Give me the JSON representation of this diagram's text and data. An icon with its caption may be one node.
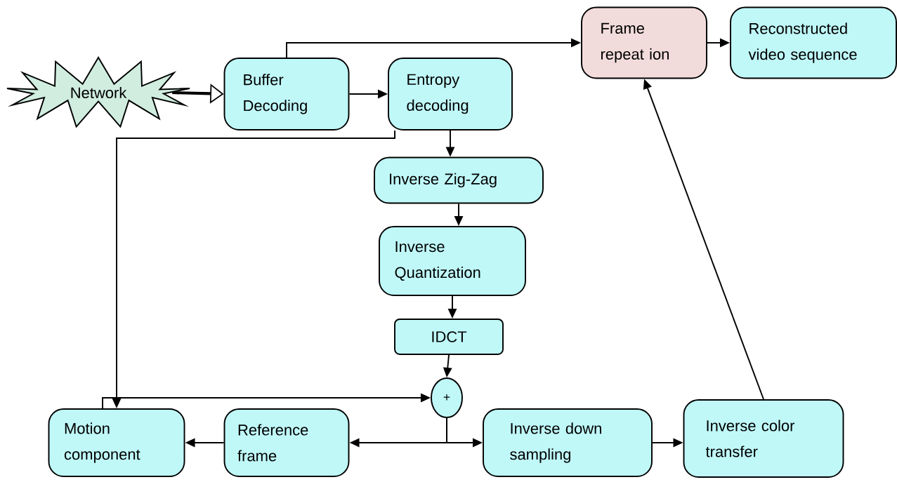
{
  "diagram": {
    "nodes": [
      {
        "text": [
          "Network"
        ]
      },
      {
        "text": [
          "Buffer Decoding"
        ]
      },
      {
        "text": [
          "Entropy decoding"
        ]
      },
      {
        "text": [
          "Frame repeat ion"
        ]
      },
      {
        "text": [
          "Reconstructed video sequence"
        ]
      },
      {
        "text": [
          "Inverse Zig-Zag"
        ]
      },
      {
        "text": [
          "Inverse Quantization"
        ]
      },
      {
        "text": [
          "IDCT"
        ]
      },
      {
        "text": [
          "+"
        ]
      },
      {
        "text": [
          "Motion component"
        ]
      },
      {
        "text": [
          "Reference frame"
        ]
      },
      {
        "text": [
          "Inverse down sampling"
        ]
      },
      {
        "text": [
          "Inverse color transfer"
        ]
      }
    ],
    "edges": [
      {
        "from": 0,
        "to": 1,
        "arrow": "to",
        "style": "thick"
      },
      {
        "from": 1,
        "to": 3,
        "arrow": "to"
      },
      {
        "from": 1,
        "to": 2,
        "arrow": "to"
      },
      {
        "from": 3,
        "to": 4,
        "arrow": "to"
      },
      {
        "from": 2,
        "to": 5,
        "arrow": "to"
      },
      {
        "from": 5,
        "to": 6,
        "arrow": "to"
      },
      {
        "from": 6,
        "to": 7,
        "arrow": "to"
      },
      {
        "from": 7,
        "to": 8,
        "arrow": "to"
      },
      {
        "from": 2,
        "to": 9,
        "arrow": "to"
      },
      {
        "from": 9,
        "to": 8,
        "arrow": "to"
      },
      {
        "from": 8,
        "to": 10,
        "arrow": "to"
      },
      {
        "from": 8,
        "to": 11,
        "arrow": "to"
      },
      {
        "from": 10,
        "to": 9,
        "arrow": "to"
      },
      {
        "from": 11,
        "to": 12,
        "arrow": "to"
      },
      {
        "from": 12,
        "to": 3,
        "arrow": "to"
      }
    ]
  }
}
